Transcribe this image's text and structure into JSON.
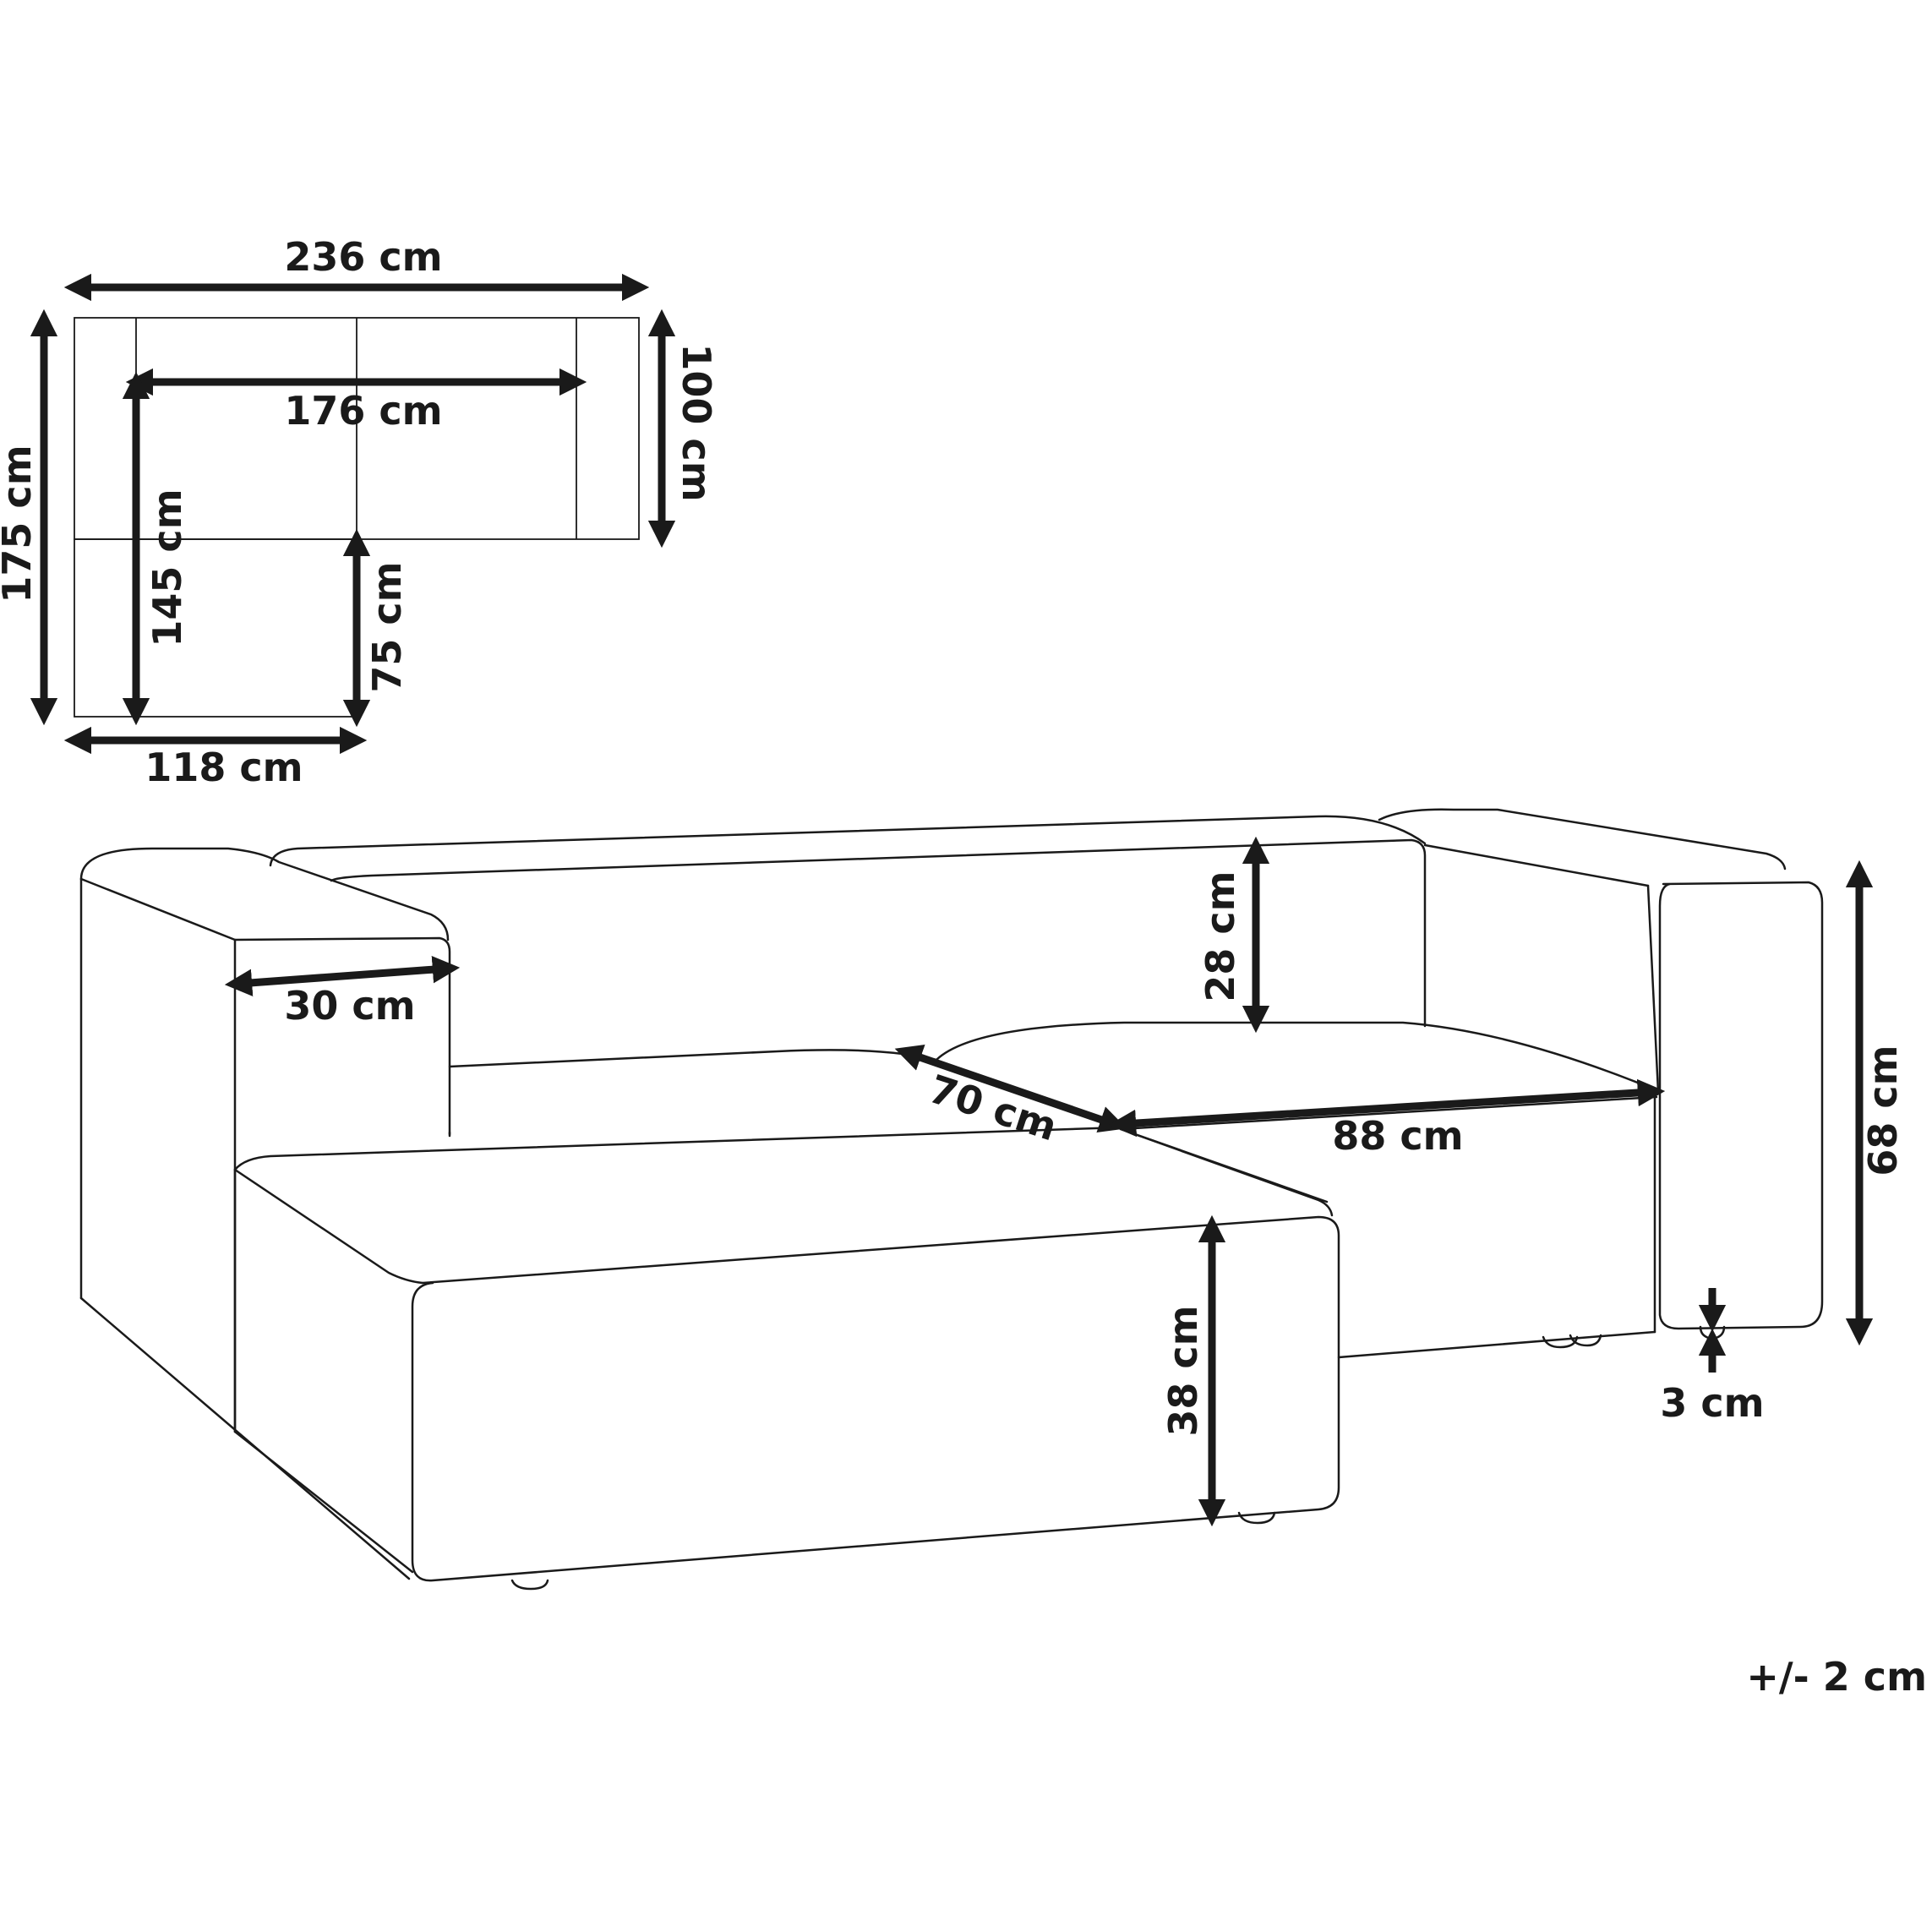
{
  "plan_view": {
    "overall_width": "236 cm",
    "seat_width": "176 cm",
    "depth_main": "100 cm",
    "depth_total": "175 cm",
    "depth_inner": "145 cm",
    "chaise_extension": "75 cm",
    "chaise_width": "118 cm"
  },
  "perspective_view": {
    "armrest_width": "30 cm",
    "backrest_height": "28 cm",
    "seat_depth": "70 cm",
    "seat_width": "88 cm",
    "total_height": "68 cm",
    "seat_height": "38 cm",
    "leg_height": "3 cm"
  },
  "tolerance": "+/- 2 cm"
}
